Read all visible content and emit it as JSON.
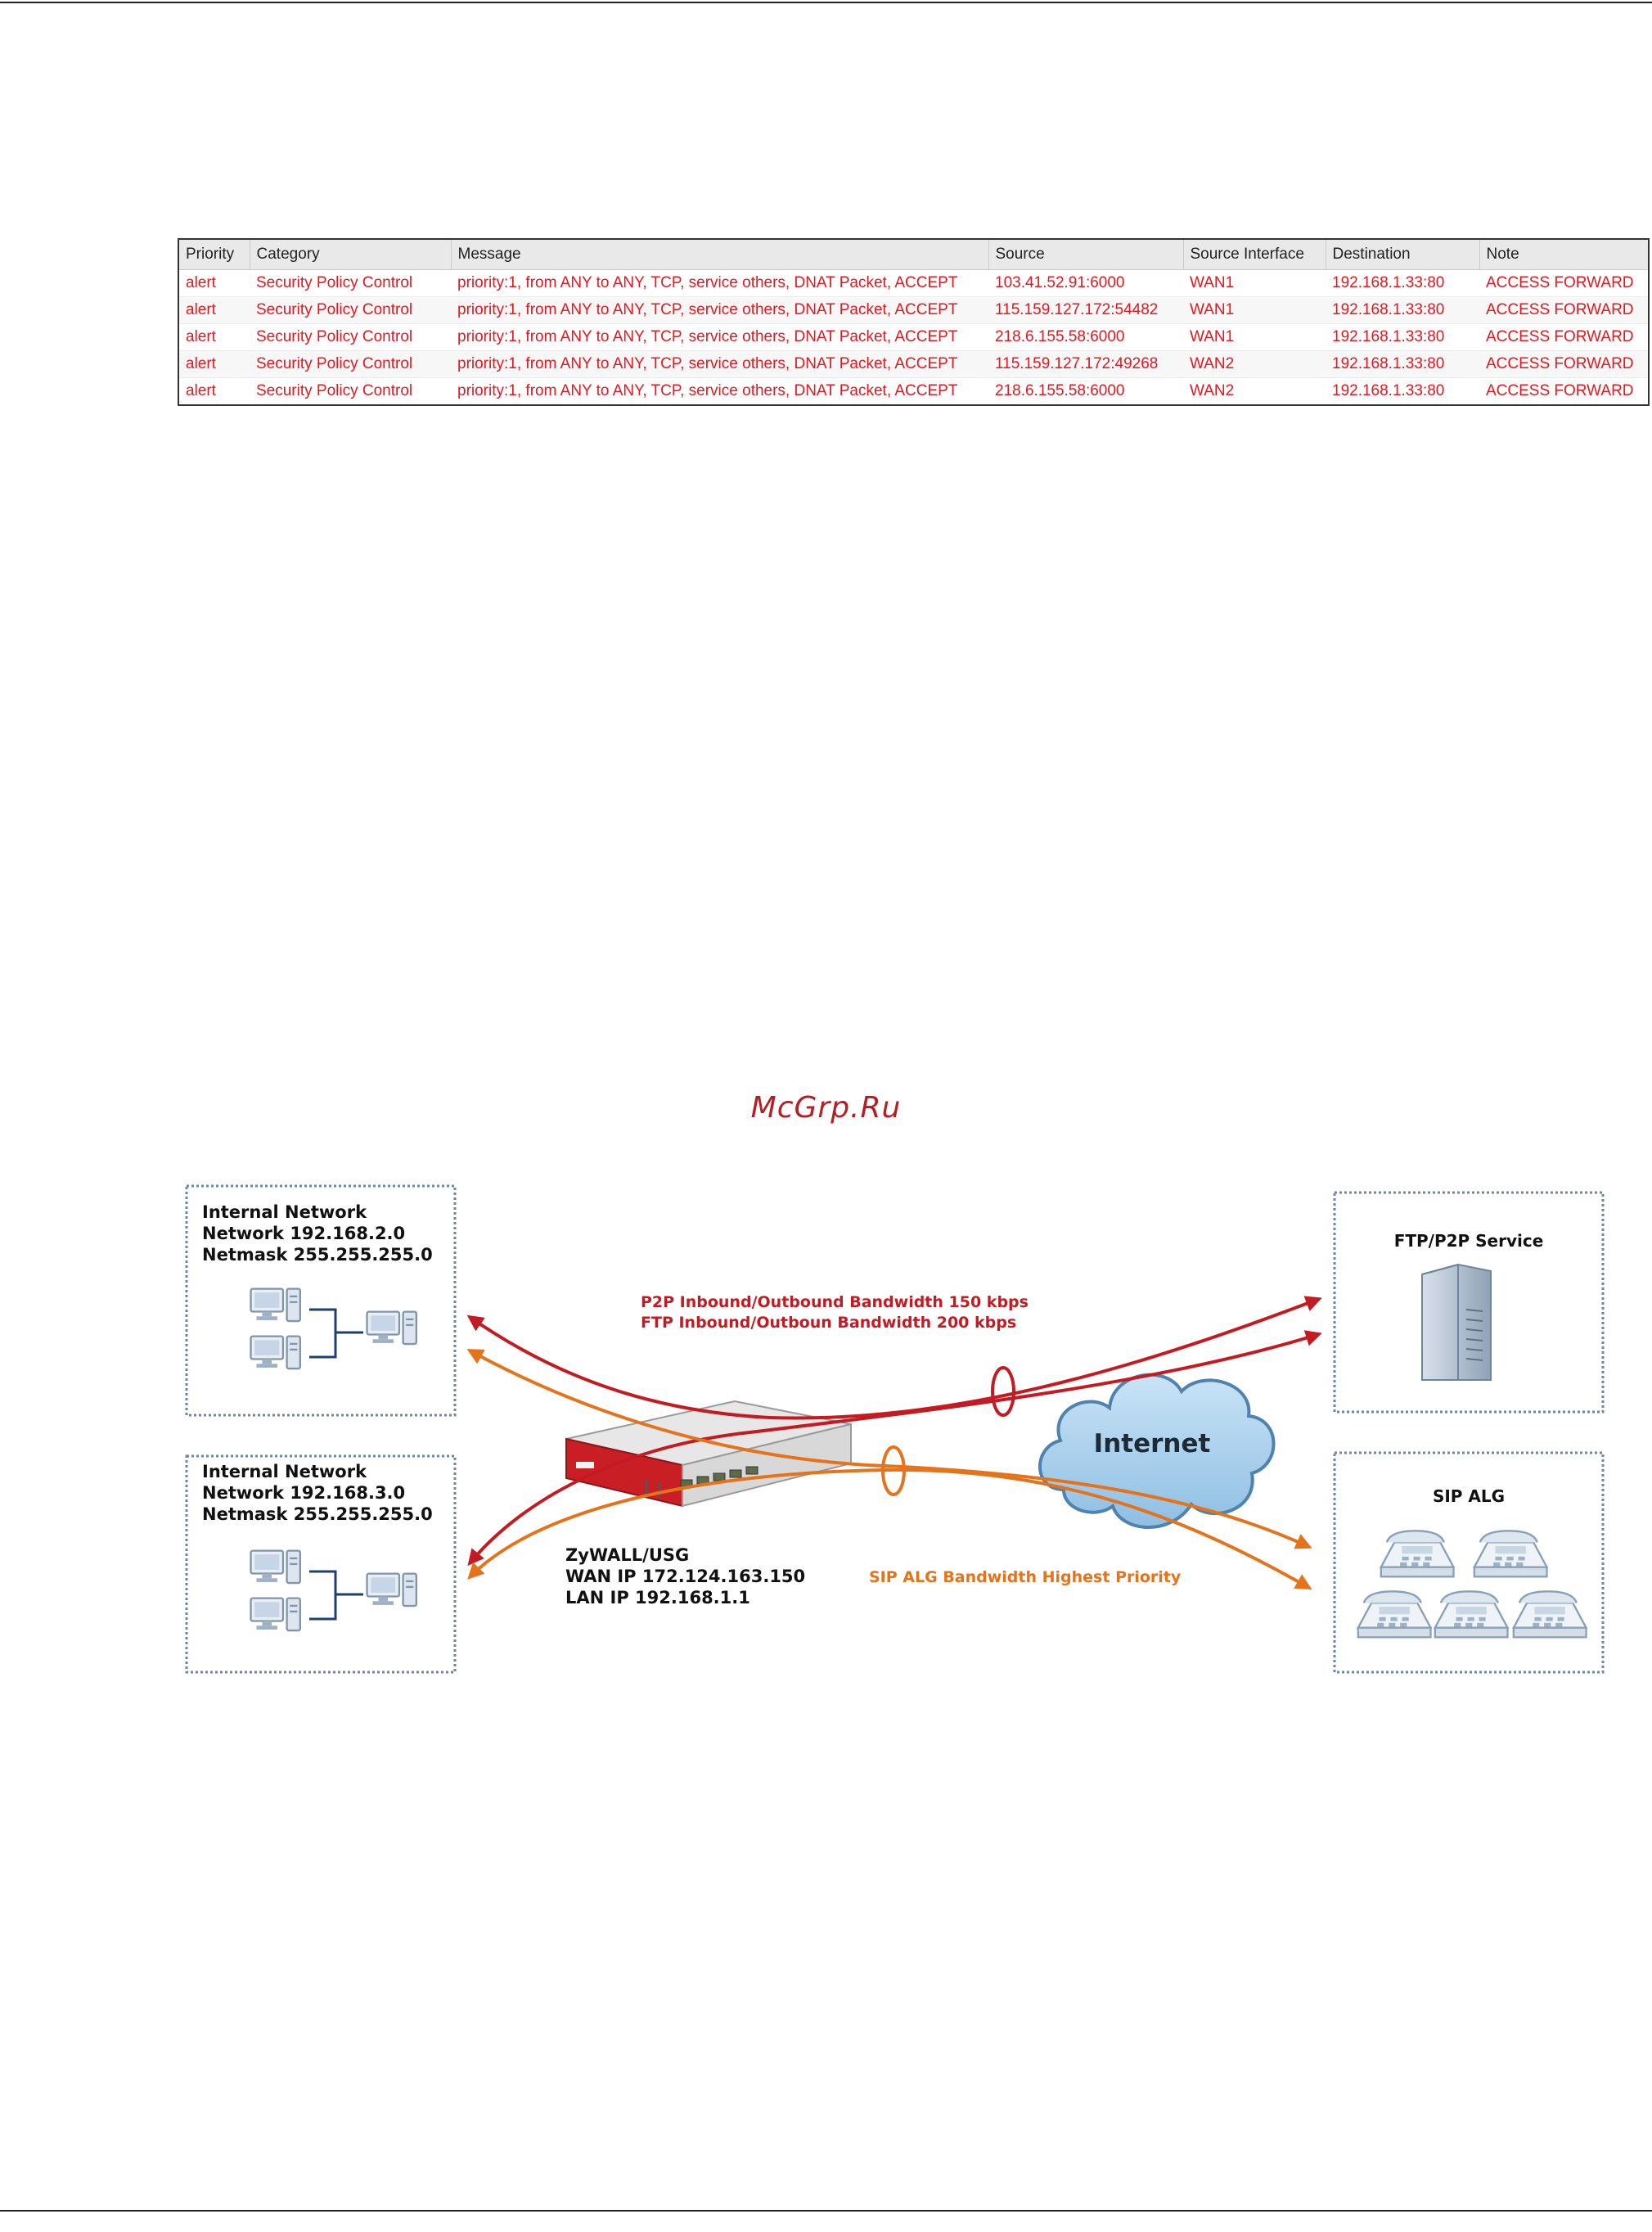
{
  "log_table": {
    "headers": [
      "Priority",
      "Category",
      "Message",
      "Source",
      "Source Interface",
      "Destination",
      "Note"
    ],
    "rows": [
      [
        "alert",
        "Security Policy Control",
        "priority:1, from ANY to ANY, TCP, service others, DNAT Packet, ACCEPT",
        "103.41.52.91:6000",
        "WAN1",
        "192.168.1.33:80",
        "ACCESS FORWARD"
      ],
      [
        "alert",
        "Security Policy Control",
        "priority:1, from ANY to ANY, TCP, service others, DNAT Packet, ACCEPT",
        "115.159.127.172:54482",
        "WAN1",
        "192.168.1.33:80",
        "ACCESS FORWARD"
      ],
      [
        "alert",
        "Security Policy Control",
        "priority:1, from ANY to ANY, TCP, service others, DNAT Packet, ACCEPT",
        "218.6.155.58:6000",
        "WAN1",
        "192.168.1.33:80",
        "ACCESS FORWARD"
      ],
      [
        "alert",
        "Security Policy Control",
        "priority:1, from ANY to ANY, TCP, service others, DNAT Packet, ACCEPT",
        "115.159.127.172:49268",
        "WAN2",
        "192.168.1.33:80",
        "ACCESS FORWARD"
      ],
      [
        "alert",
        "Security Policy Control",
        "priority:1, from ANY to ANY, TCP, service others, DNAT Packet, ACCEPT",
        "218.6.155.58:6000",
        "WAN2",
        "192.168.1.33:80",
        "ACCESS FORWARD"
      ]
    ]
  },
  "watermark": "McGrp.Ru",
  "diagram": {
    "network1": {
      "title": "Internal Network",
      "network": "Network  192.168.2.0",
      "netmask": "Netmask  255.255.255.0"
    },
    "network2": {
      "title": "Internal Network",
      "network": "Network  192.168.3.0",
      "netmask": "Netmask  255.255.255.0"
    },
    "ftp_title": "FTP/P2P Service",
    "sip_title": "SIP ALG",
    "p2p_label": "P2P Inbound/Outbound Bandwidth 150 kbps",
    "ftp_label": "FTP Inbound/Outboun Bandwidth 200 kbps",
    "sip_label": "SIP ALG Bandwidth Highest Priority",
    "internet_label": "Internet",
    "device": {
      "name": "ZyWALL/USG",
      "wan": "WAN  IP  172.124.163.150",
      "lan": "LAN   IP  192.168.1.1"
    },
    "colors": {
      "red": "#c41b22",
      "orange": "#e5731b",
      "box_border": "#6b86a8"
    }
  }
}
